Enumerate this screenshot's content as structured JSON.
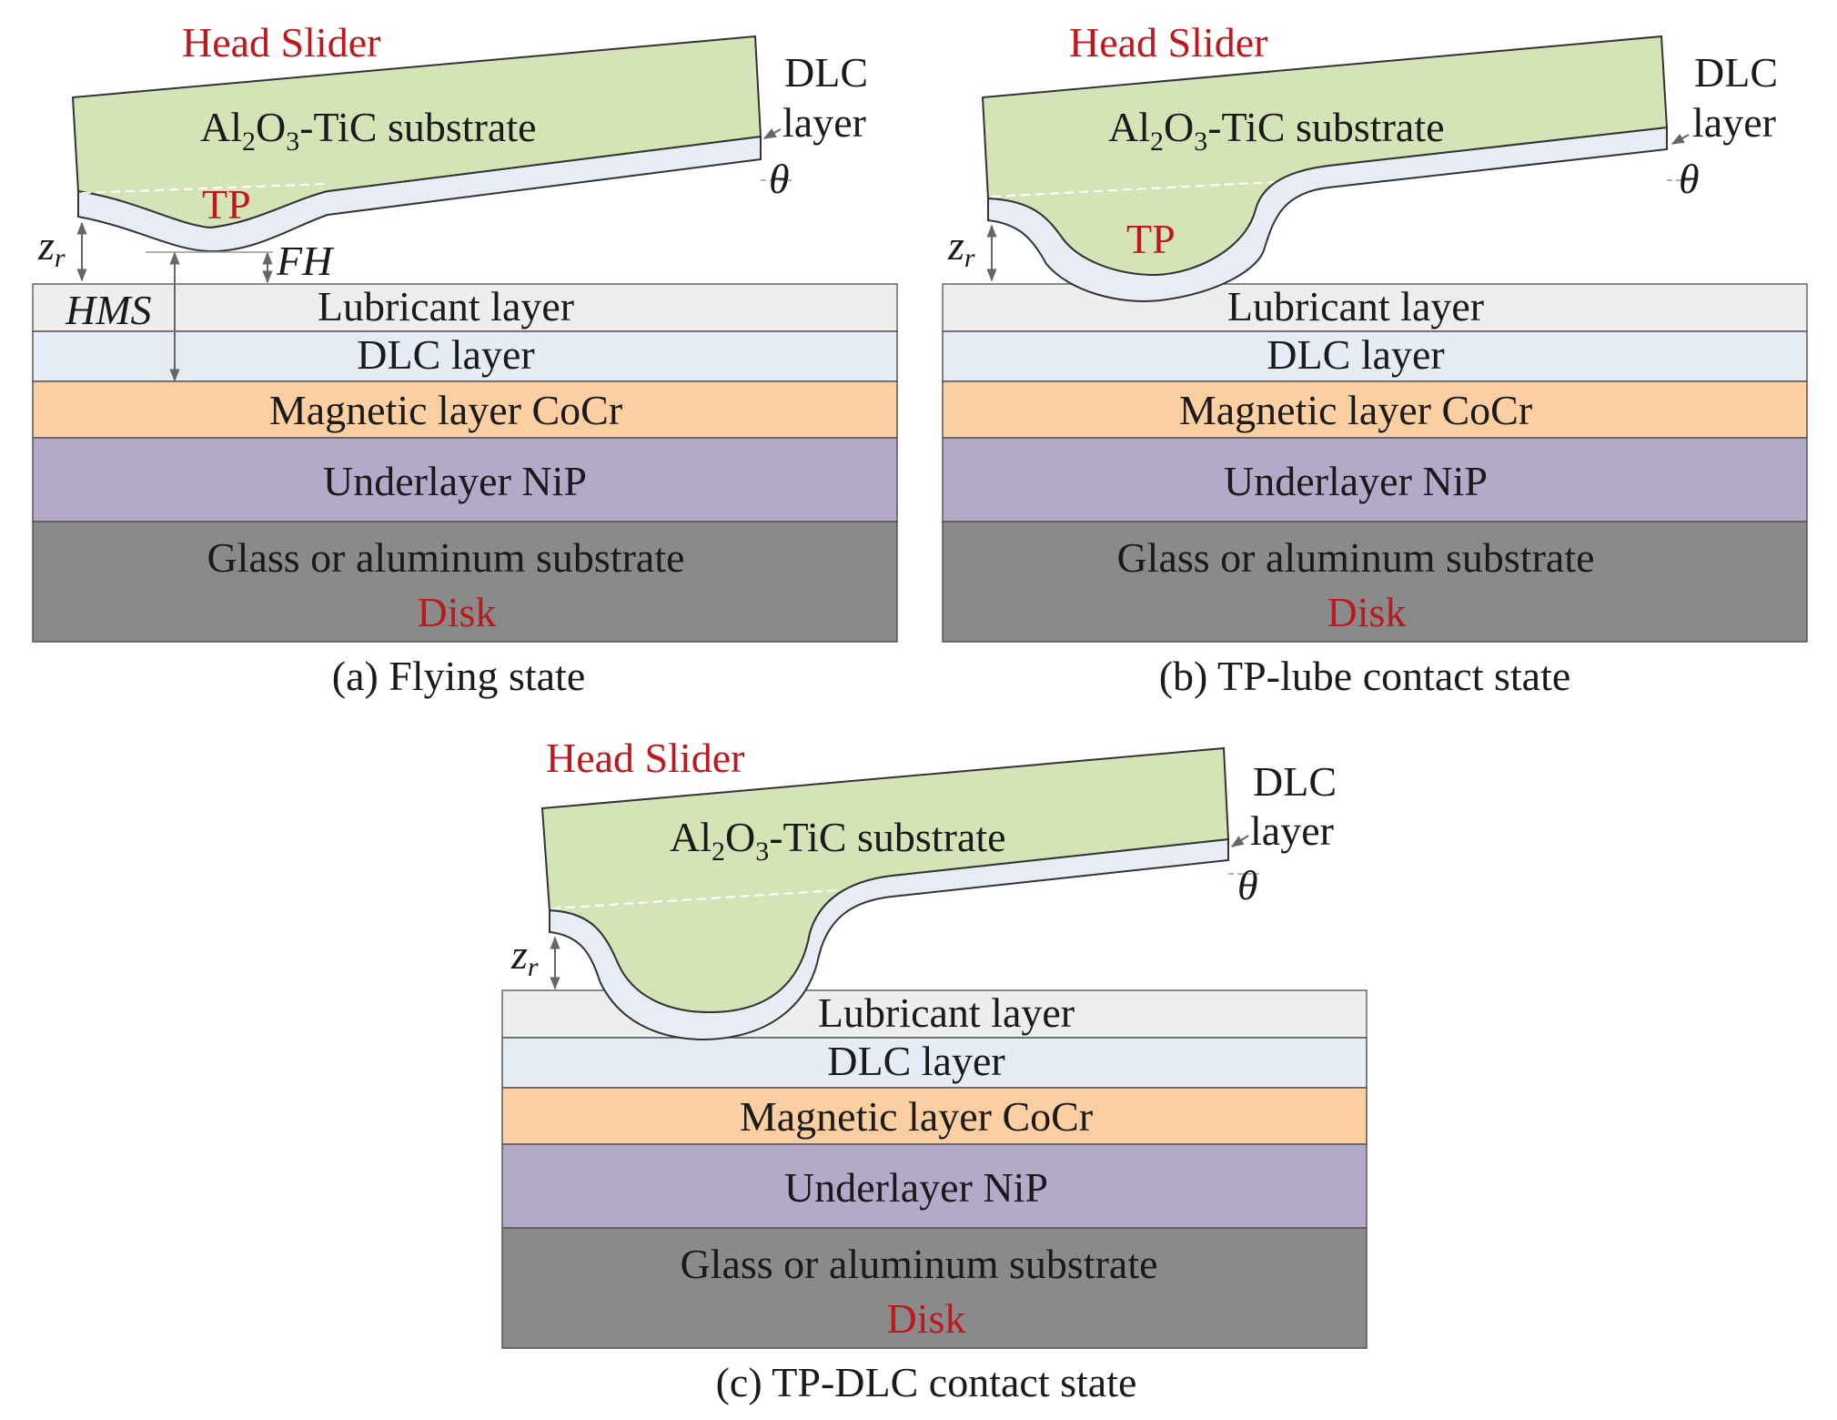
{
  "colors": {
    "slider_fill": "#d5e4b7",
    "dlc_coating": "#e7ecf5",
    "lubricant": "#eeeeee",
    "dlc_layer": "#e6ecf6",
    "magnetic": "#fbcfa1",
    "underlayer": "#b5a9c9",
    "substrate": "#8a8a8a",
    "label_red": "#c0171c"
  },
  "panels": [
    {
      "state": "flying",
      "caption": "(a) Flying state",
      "head_slider": "Head Slider",
      "substrate_text": {
        "pre": "Al",
        "s1": "2",
        "mid": "O",
        "s2": "3",
        "post": "-TiC substrate"
      },
      "dlc_label_line1": "DLC",
      "dlc_label_line2": "layer",
      "theta": "θ",
      "tp": "TP",
      "zr": {
        "base": "z",
        "sub": "r"
      },
      "fh": "FH",
      "hms": "HMS",
      "layers": {
        "lubricant": "Lubricant layer",
        "dlc": "DLC layer",
        "magnetic": "Magnetic layer CoCr",
        "underlayer": "Underlayer NiP",
        "substrate": "Glass or aluminum substrate",
        "disk": "Disk"
      }
    },
    {
      "state": "tp-lube-contact",
      "caption": "(b) TP-lube contact state",
      "head_slider": "Head Slider",
      "substrate_text": {
        "pre": "Al",
        "s1": "2",
        "mid": "O",
        "s2": "3",
        "post": "-TiC substrate"
      },
      "dlc_label_line1": "DLC",
      "dlc_label_line2": "layer",
      "theta": "θ",
      "tp": "TP",
      "zr": {
        "base": "z",
        "sub": "r"
      },
      "layers": {
        "lubricant": "Lubricant layer",
        "dlc": "DLC layer",
        "magnetic": "Magnetic layer  CoCr",
        "underlayer": "Underlayer NiP",
        "substrate": "Glass or aluminum substrate",
        "disk": "Disk"
      }
    },
    {
      "state": "tp-dlc-contact",
      "caption": "(c) TP-DLC contact state",
      "head_slider": "Head Slider",
      "substrate_text": {
        "pre": "Al",
        "s1": "2",
        "mid": "O",
        "s2": "3",
        "post": "-TiC substrate"
      },
      "dlc_label_line1": "DLC",
      "dlc_label_line2": "layer",
      "theta": "θ",
      "zr": {
        "base": "z",
        "sub": "r"
      },
      "layers": {
        "lubricant": "Lubricant layer",
        "dlc": "DLC layer",
        "magnetic": "Magnetic layer  CoCr",
        "underlayer": "Underlayer NiP",
        "substrate": "Glass or aluminum substrate",
        "disk": "Disk"
      }
    }
  ]
}
